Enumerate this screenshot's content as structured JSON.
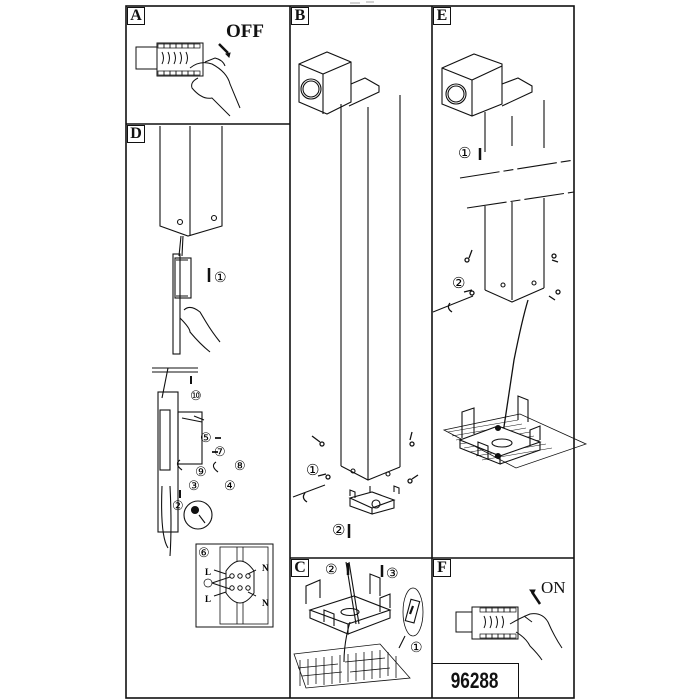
{
  "document": {
    "type": "assembly-instructions",
    "model_number": "96288"
  },
  "panels": [
    {
      "id": "A",
      "label": "A",
      "caption": "OFF",
      "description": "Switch off circuit breaker"
    },
    {
      "id": "B",
      "label": "B",
      "description": "Bollard light with base bracket; steps 1 and 2",
      "steps": [
        "①",
        "②"
      ]
    },
    {
      "id": "C",
      "label": "C",
      "description": "Mount base bracket on floor; steps 1, 2, 3",
      "steps": [
        "①",
        "②",
        "③"
      ]
    },
    {
      "id": "D",
      "label": "D",
      "description": "Wiring the terminal block; steps 1 to 10",
      "steps": [
        "①",
        "②",
        "③",
        "④",
        "⑤",
        "⑥",
        "⑦",
        "⑧",
        "⑨",
        "⑩"
      ],
      "wiring_inset": {
        "label": "⑥",
        "terminals": [
          "L",
          "N",
          "L",
          "N"
        ],
        "ground_symbol": "earth"
      }
    },
    {
      "id": "E",
      "label": "E",
      "description": "Slide post onto bracket and fasten screws; steps 1 and 2",
      "steps": [
        "①",
        "②"
      ]
    },
    {
      "id": "F",
      "label": "F",
      "caption": "ON",
      "description": "Switch circuit breaker back on"
    }
  ],
  "labels": {
    "A": "A",
    "B": "B",
    "C": "C",
    "D": "D",
    "E": "E",
    "F": "F",
    "off": "OFF",
    "on": "ON",
    "model": "96288",
    "step1": "①",
    "step2": "②",
    "step3": "③",
    "step4": "④",
    "step5": "⑤",
    "step6": "⑥",
    "step7": "⑦",
    "step8": "⑧",
    "step9": "⑨",
    "step10": "⑩",
    "L": "L",
    "N": "N"
  }
}
